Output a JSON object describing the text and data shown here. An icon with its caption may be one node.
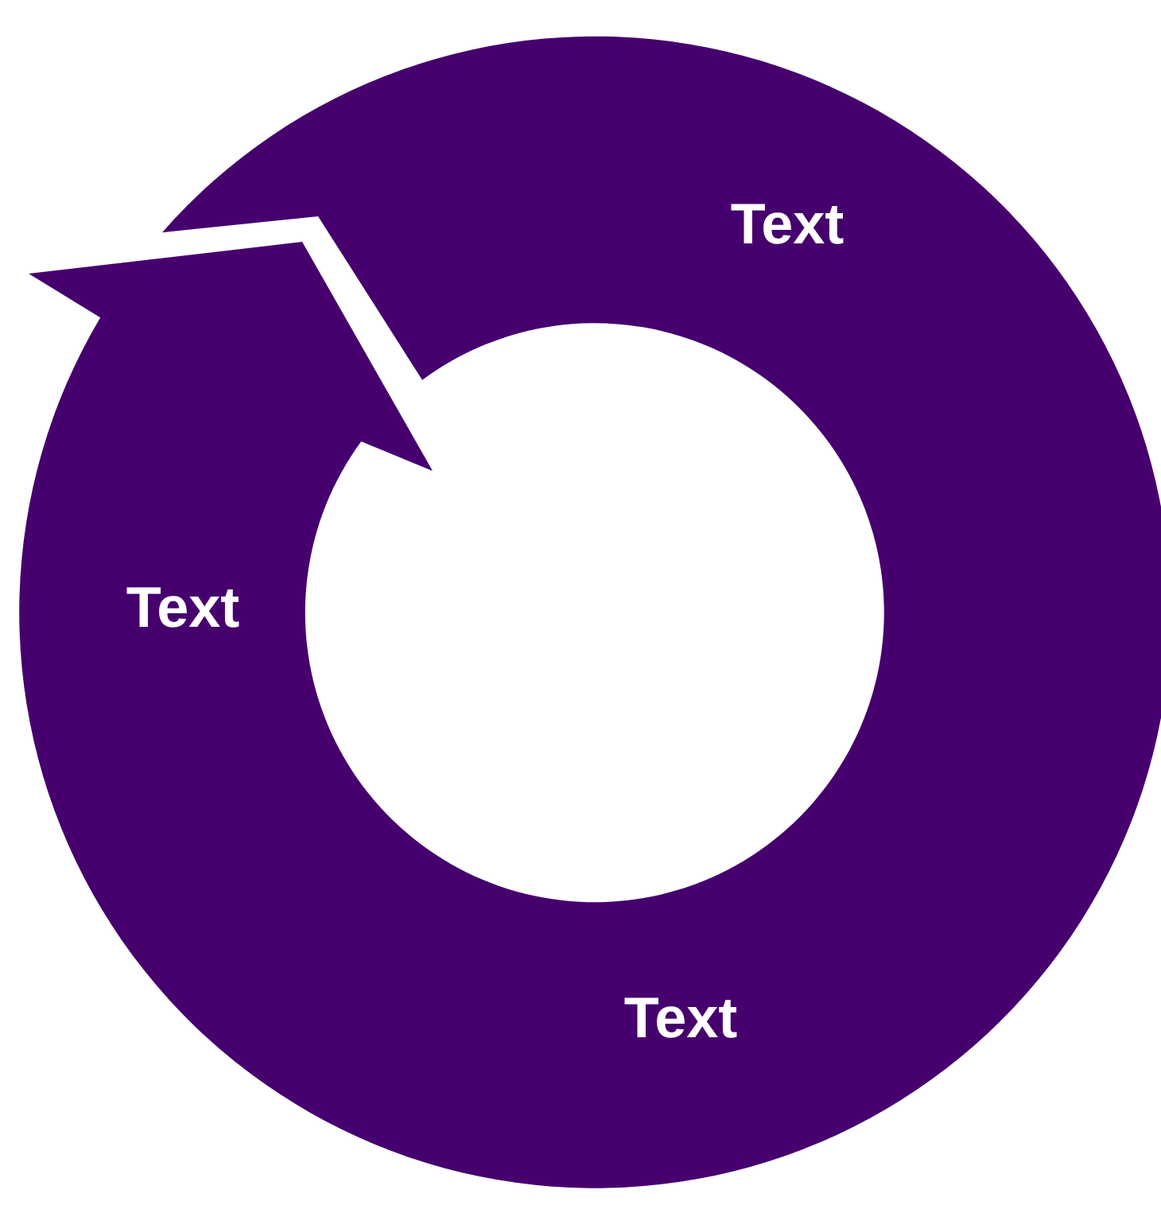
{
  "diagram": {
    "nodes": [
      {
        "text": [
          "Text",
          "Text",
          "Text"
        ]
      }
    ]
  }
}
